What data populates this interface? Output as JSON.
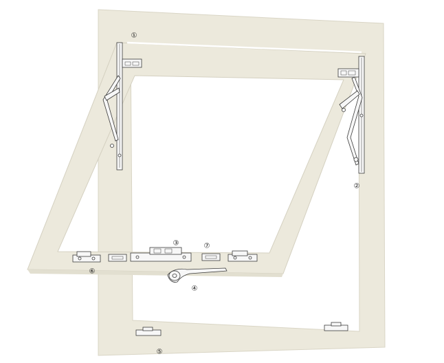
{
  "diagram": {
    "colors": {
      "frame_fill": "#ece9dc",
      "frame_edge": "#d4d0c0",
      "hardware_stroke": "#3a3a3a",
      "hardware_fill": "#f7f7f7",
      "background": "#ffffff"
    },
    "callouts": [
      {
        "id": "1",
        "label": "①"
      },
      {
        "id": "2",
        "label": "②"
      },
      {
        "id": "3",
        "label": "③"
      },
      {
        "id": "4",
        "label": "④"
      },
      {
        "id": "5",
        "label": "⑤"
      },
      {
        "id": "6",
        "label": "⑥"
      },
      {
        "id": "7",
        "label": "⑦"
      }
    ]
  }
}
